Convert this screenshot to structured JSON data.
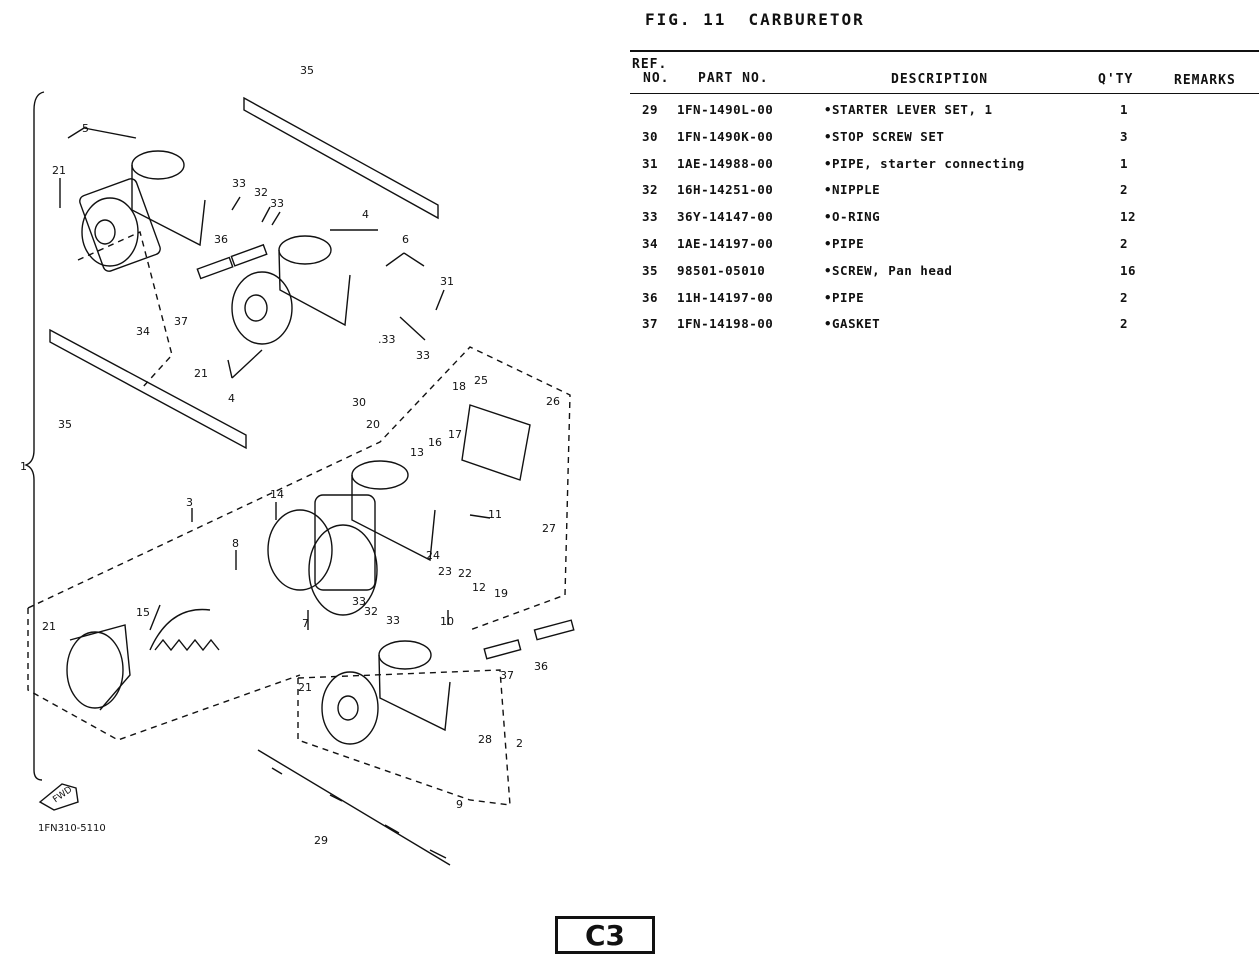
{
  "header": {
    "fig": "FIG. 11",
    "title": "CARBURETOR"
  },
  "table": {
    "col_ref": "REF.\nNO.",
    "col_ref_1": "REF.",
    "col_ref_2": "NO.",
    "col_part": "PART NO.",
    "col_desc": "DESCRIPTION",
    "col_qty": "Q'TY",
    "col_remarks": "REMARKS",
    "rows": [
      {
        "ref": "29",
        "part": "1FN-1490L-00",
        "desc": "•STARTER LEVER SET, 1",
        "qty": "1"
      },
      {
        "ref": "30",
        "part": "1FN-1490K-00",
        "desc": "•STOP SCREW SET",
        "qty": "3"
      },
      {
        "ref": "31",
        "part": "1AE-14988-00",
        "desc": "•PIPE, starter connecting",
        "qty": "1"
      },
      {
        "ref": "32",
        "part": "16H-14251-00",
        "desc": "•NIPPLE",
        "qty": "2"
      },
      {
        "ref": "33",
        "part": "36Y-14147-00",
        "desc": "•O-RING",
        "qty": "12"
      },
      {
        "ref": "34",
        "part": "1AE-14197-00",
        "desc": "•PIPE",
        "qty": "2"
      },
      {
        "ref": "35",
        "part": "98501-05010",
        "desc": "•SCREW, Pan head",
        "qty": "16"
      },
      {
        "ref": "36",
        "part": "11H-14197-00",
        "desc": "•PIPE",
        "qty": "2"
      },
      {
        "ref": "37",
        "part": "1FN-14198-00",
        "desc": "•GASKET",
        "qty": "2"
      }
    ]
  },
  "diagram": {
    "code": "1FN310-5110",
    "fwd": "FWD",
    "callouts": [
      "35",
      "5",
      "21",
      "33",
      "32",
      "33",
      "4",
      "36",
      "6",
      "31",
      "34",
      "37",
      "21",
      "4",
      "33",
      "33",
      "30",
      "35",
      "18",
      "25",
      "20",
      "16",
      "17",
      "26",
      "13",
      "1",
      "3",
      "14",
      "11",
      "8",
      "24",
      "23",
      "22",
      "12",
      "19",
      "27",
      "15",
      "7",
      "33",
      "32",
      "33",
      "10",
      "21",
      "36",
      "37",
      "21",
      "28",
      "2",
      "9",
      "29"
    ]
  },
  "page": {
    "label": "C3"
  }
}
